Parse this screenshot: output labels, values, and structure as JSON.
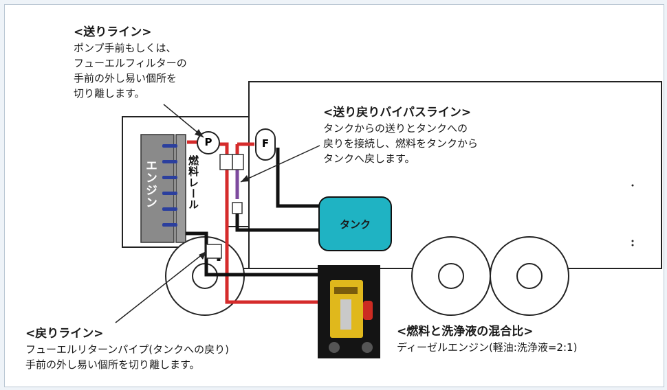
{
  "callouts": {
    "send_line": {
      "title": "<送りライン>",
      "lines": [
        "ポンプ手前もしくは、",
        "フューエルフィルターの",
        "手前の外し易い個所を",
        "切り離します。"
      ]
    },
    "bypass_line": {
      "title": "<送り戻りバイパスライン>",
      "lines": [
        "タンクからの送りとタンクへの",
        "戻りを接続し、燃料をタンクから",
        "タンクへ戻します。"
      ]
    },
    "return_line": {
      "title": "<戻りライン>",
      "lines": [
        "フューエルリターンパイプ(タンクへの戻り)",
        "手前の外し易い個所を切り離します。"
      ]
    },
    "mix_ratio": {
      "title": "<燃料と洗浄液の混合比>",
      "lines": [
        "ディーゼルエンジン(軽油:洗浄液=2:1)"
      ]
    }
  },
  "diagram": {
    "engine_label": "エンジン",
    "fuel_rail_label": "燃料レール",
    "pump_label": "P",
    "filter_label": "F",
    "tank_label": "タンク"
  },
  "colors": {
    "tank": "#1fb3c3",
    "send_pipe": "#d52b2b",
    "return_pipe": "#111111",
    "bypass_pipe": "#7d4a9e",
    "engine_block": "#8a8a8a",
    "injector": "#2b3f9e",
    "machine": "#e0b81c"
  }
}
